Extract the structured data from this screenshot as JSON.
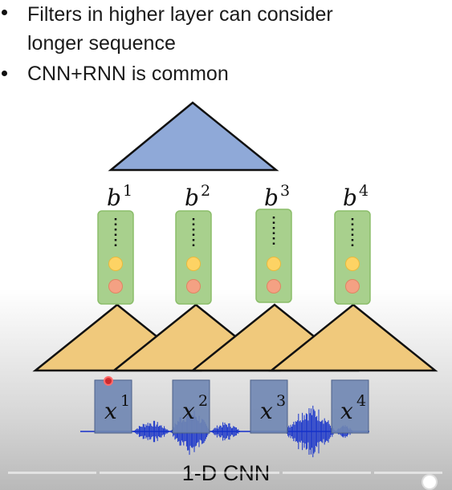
{
  "bullets": [
    {
      "text_lines": [
        "Filters in higher layer can consider",
        "longer sequence"
      ]
    },
    {
      "text_lines": [
        "CNN+RNN is common"
      ]
    }
  ],
  "diagram": {
    "b_labels": [
      {
        "base": "b",
        "sup": "1"
      },
      {
        "base": "b",
        "sup": "2"
      },
      {
        "base": "b",
        "sup": "3"
      },
      {
        "base": "b",
        "sup": "4"
      }
    ],
    "x_labels": [
      {
        "base": "x",
        "sup": "1"
      },
      {
        "base": "x",
        "sup": "2"
      },
      {
        "base": "x",
        "sup": "3"
      },
      {
        "base": "x",
        "sup": "4"
      }
    ],
    "caption": "1-D CNN",
    "colors": {
      "top_triangle": "#8fa9d8",
      "filter_triangle": "#f0c97c",
      "green_box": "#a8d08d",
      "yellow_circle": "#fdd364",
      "red_circle": "#f4a183",
      "x_box": "#6f86b3",
      "waveform": "#1531c9",
      "pointer_dot": "#d42020"
    }
  }
}
